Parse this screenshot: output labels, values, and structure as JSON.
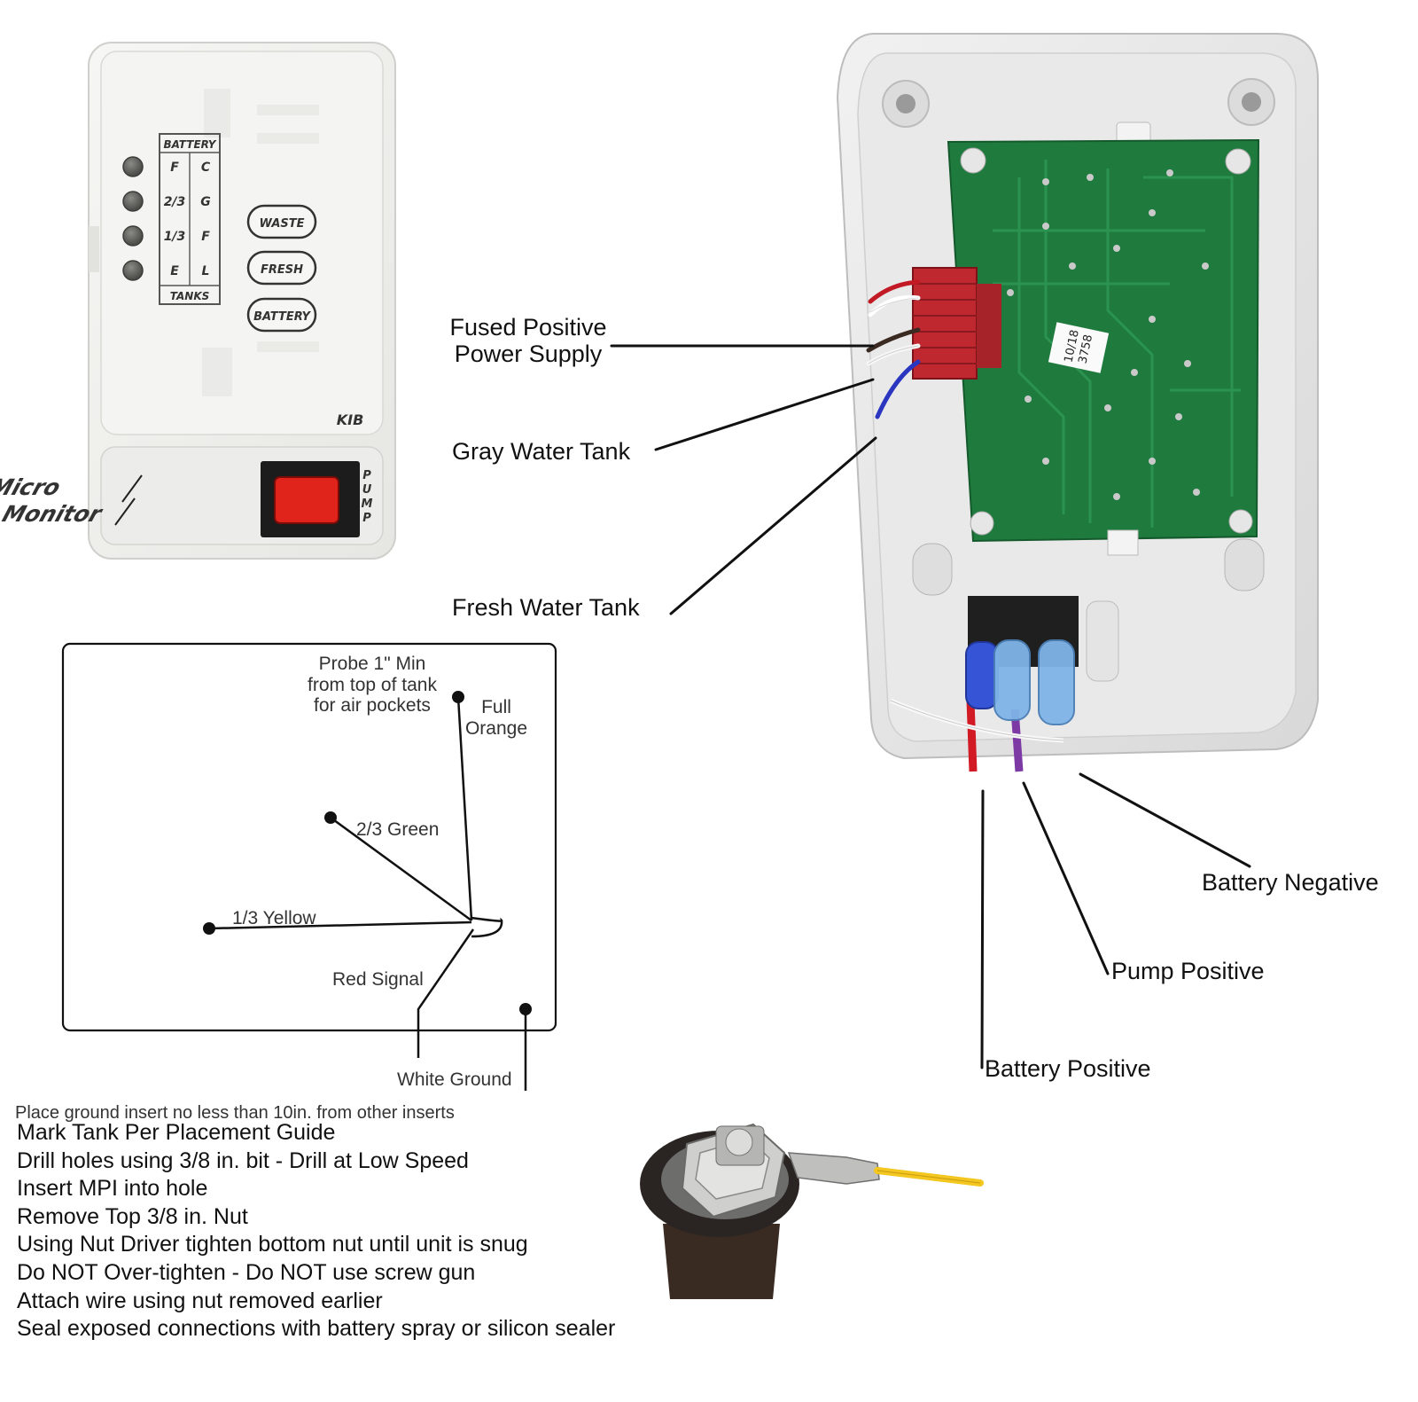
{
  "monitor_panel": {
    "battery_heading": "BATTERY",
    "tanks_heading": "TANKS",
    "levels": [
      {
        "battery": "F",
        "tank": "C"
      },
      {
        "battery": "2/3",
        "tank": "G"
      },
      {
        "battery": "1/3",
        "tank": "F"
      },
      {
        "battery": "E",
        "tank": "L"
      }
    ],
    "buttons": [
      "WASTE",
      "FRESH",
      "BATTERY"
    ],
    "brand": "KIB",
    "logo_text": [
      "Micro",
      "Monitor"
    ],
    "pump_label": "PUMP",
    "pump_switch_color": "#e0231b"
  },
  "board": {
    "sticker_lines": [
      "10/18",
      "3758"
    ],
    "pcb_color": "#1f7a3e",
    "connector_color": "#c0282f"
  },
  "wiring_labels": {
    "fused_positive": [
      "Fused Positive",
      "Power Supply"
    ],
    "gray_water": "Gray Water Tank",
    "fresh_water": "Fresh Water Tank",
    "battery_negative": "Battery Negative",
    "pump_positive": "Pump Positive",
    "battery_positive": "Battery Positive"
  },
  "tank_diagram": {
    "probe_note": [
      "Probe 1\" Min",
      "from top of tank",
      "for air pockets"
    ],
    "full": [
      "Full",
      "Orange"
    ],
    "two_thirds": "2/3 Green",
    "one_third": "1/3 Yellow",
    "red_signal": "Red Signal",
    "white_ground": "White Ground",
    "ground_note": "Place ground insert no less than 10in. from other inserts"
  },
  "instructions": [
    "Mark Tank Per Placement Guide",
    "Drill holes using 3/8 in. bit - Drill at Low Speed",
    "Insert MPI into hole",
    "Remove Top 3/8 in. Nut",
    "Using Nut Driver tighten bottom nut until unit is snug",
    "Do NOT Over-tighten - Do NOT use screw gun",
    "Attach wire using nut removed earlier",
    "Seal exposed connections with battery spray or silicon sealer"
  ]
}
